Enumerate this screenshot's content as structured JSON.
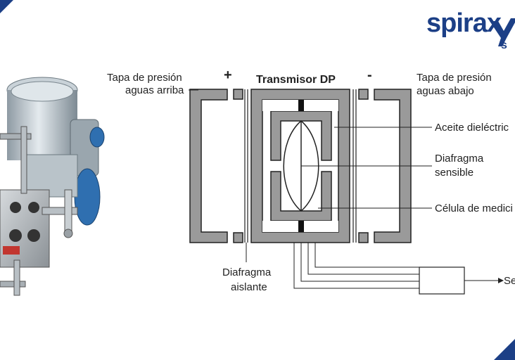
{
  "brand": {
    "logo_text": "spirax",
    "logo_tail": "s",
    "color": "#1c3f86"
  },
  "diagram": {
    "title": "Transmisor DP",
    "plus_sign": "+",
    "minus_sign": "-",
    "labels": {
      "upstream_cap": [
        "Tapa de presión",
        "aguas arriba"
      ],
      "downstream_cap": [
        "Tapa de presión",
        "aguas abajo"
      ],
      "dielectric_oil": "Aceite dieléctric",
      "sensing_diaphragm": [
        "Diafragma",
        "sensible"
      ],
      "measuring_cell": "Célula de medici",
      "isolating_diaphragm": [
        "Diafragma",
        "aislante"
      ],
      "output": "Se"
    },
    "colors": {
      "body_fill": "#9a9a9a",
      "line": "#222222",
      "accent": "#1c3f86"
    }
  },
  "photo": {
    "subject": "differential-pressure-transmitter-with-valve-manifold"
  }
}
